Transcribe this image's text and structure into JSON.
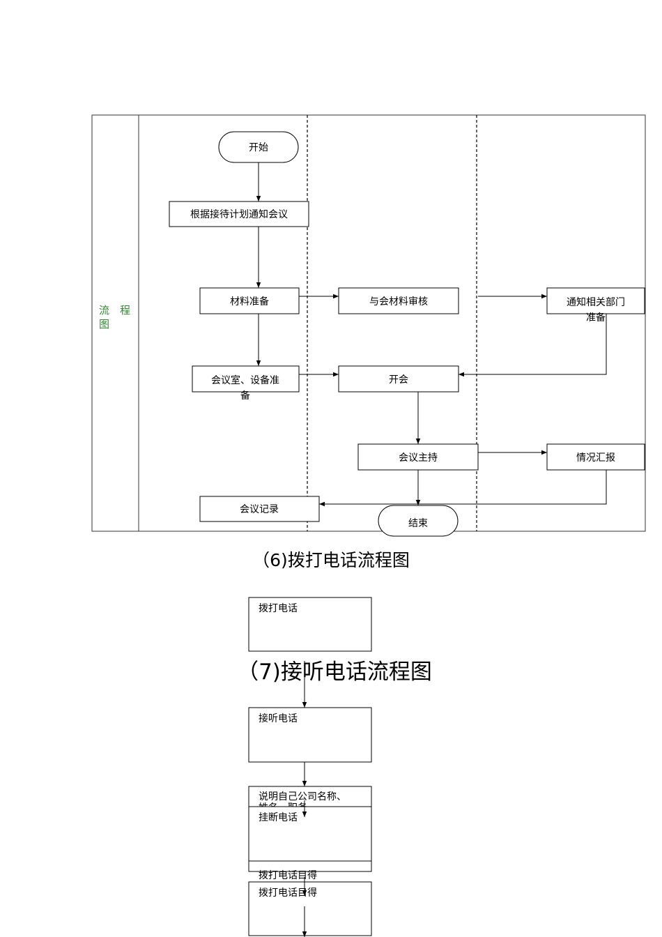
{
  "flow_label": {
    "line1": "流　程",
    "line2": "图"
  },
  "flow1": {
    "start": "开始",
    "notify_meeting": "根据接待计划通知会议",
    "materials_prep": "材料准备",
    "materials_review": "与会材料审核",
    "notify_depts_line1": "通知相关部门",
    "notify_depts_line2": "准备",
    "room_prep_line1": "会议室、设备准",
    "room_prep_line2": "备",
    "open_meeting": "开会",
    "host_meeting": "会议主持",
    "report": "情况汇报",
    "minutes": "会议记录",
    "end": "结束"
  },
  "headings": {
    "call_out": "（6)拨打电话流程图",
    "answer_call": "（7)接听电话流程图"
  },
  "flow2": {
    "dial": "拨打电话",
    "answer": "接听电话",
    "introduce_line1": "说明自己公司名称、",
    "introduce_line2": "姓名、职务",
    "hang_up": "挂断电话",
    "dial_purpose_a": "拨打电话目得",
    "dial_purpose_b": "拨打电话目得"
  }
}
